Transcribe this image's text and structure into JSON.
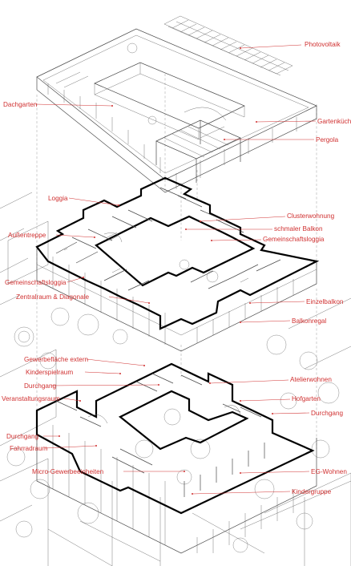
{
  "labels": {
    "roof": {
      "photovoltaik": "Photovoltaik",
      "dachgarten": "Dachgarten",
      "gartenkueche": "Gartenküche",
      "pergola": "Pergola"
    },
    "upper": {
      "loggia": "Loggia",
      "clusterwohnung": "Clusterwohnung",
      "aussentreppe": "Außentreppe",
      "schmaler_balkon": "schmaler Balkon",
      "gemeinschaftsloggia_right": "Gemeinschaftsloggia",
      "gemeinschaftsloggia_left": "Gemeinschaftsloggia",
      "zentralraum": "Zentralraum & Diagonale",
      "einzelbalkon": "Einzelbalkon",
      "balkonregal": "Balkonregal"
    },
    "ground": {
      "gewerbeflaeche": "Gewerbefläche extern",
      "kinderspielraum": "Kinderspielraum",
      "durchgang_top": "Durchgang",
      "veranstaltungsraum": "Veranstaltungsraum",
      "atelierwohnen": "Atelierwohnen",
      "hofgarten": "Hofgarten",
      "durchgang_right": "Durchgang",
      "durchgang_left": "Durchgang",
      "fahrradraum": "Fahrradraum",
      "micro_gewerbe": "Micro-Gewerbeeinheiten",
      "eg_wohnen": "EG-Wohnen",
      "kindergruppe": "Kindergruppe"
    }
  }
}
